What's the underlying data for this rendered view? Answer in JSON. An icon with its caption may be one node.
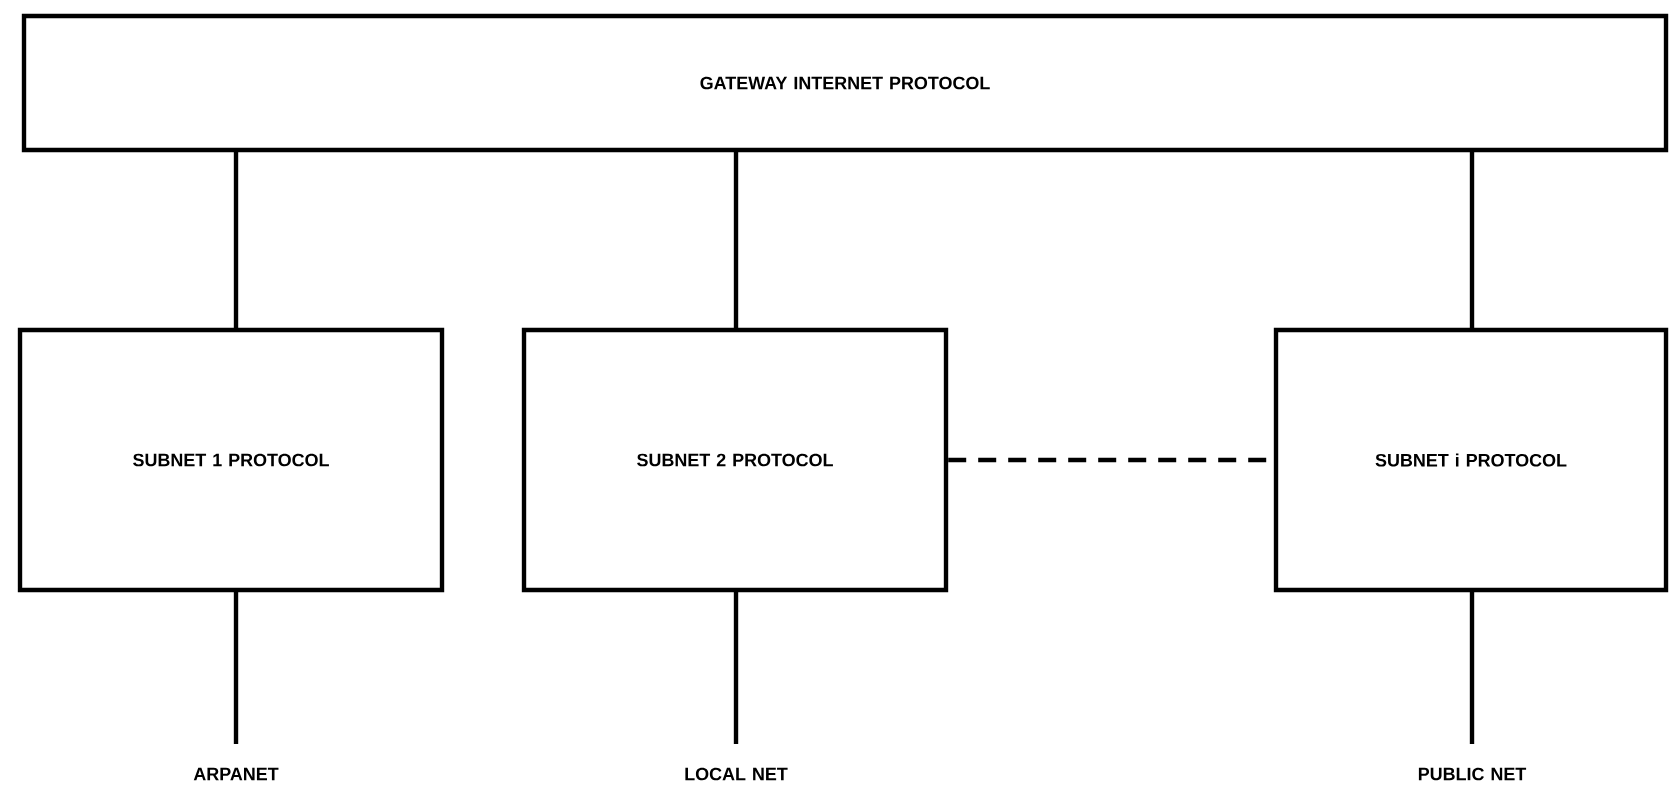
{
  "diagram": {
    "nodes": [
      {
        "text": [
          "GATEWAY INTERNET PROTOCOL"
        ]
      },
      {
        "text": [
          "SUBNET 1 PROTOCOL"
        ]
      },
      {
        "text": [
          "SUBNET 2 PROTOCOL"
        ]
      },
      {
        "text": [
          "SUBNET i PROTOCOL"
        ]
      },
      {
        "text": [
          "ARPANET"
        ]
      },
      {
        "text": [
          "LOCAL NET"
        ]
      },
      {
        "text": [
          "PUBLIC NET"
        ]
      }
    ],
    "edges": [
      {
        "from": 0,
        "to": 1,
        "arrow": "none"
      },
      {
        "from": 0,
        "to": 2,
        "arrow": "none"
      },
      {
        "from": 0,
        "to": 3,
        "arrow": "none"
      },
      {
        "from": 2,
        "to": 3,
        "arrow": "none",
        "style": "dashed"
      },
      {
        "from": 1,
        "to": 4,
        "arrow": "none"
      },
      {
        "from": 2,
        "to": 5,
        "arrow": "none"
      },
      {
        "from": 3,
        "to": 6,
        "arrow": "none"
      }
    ]
  }
}
